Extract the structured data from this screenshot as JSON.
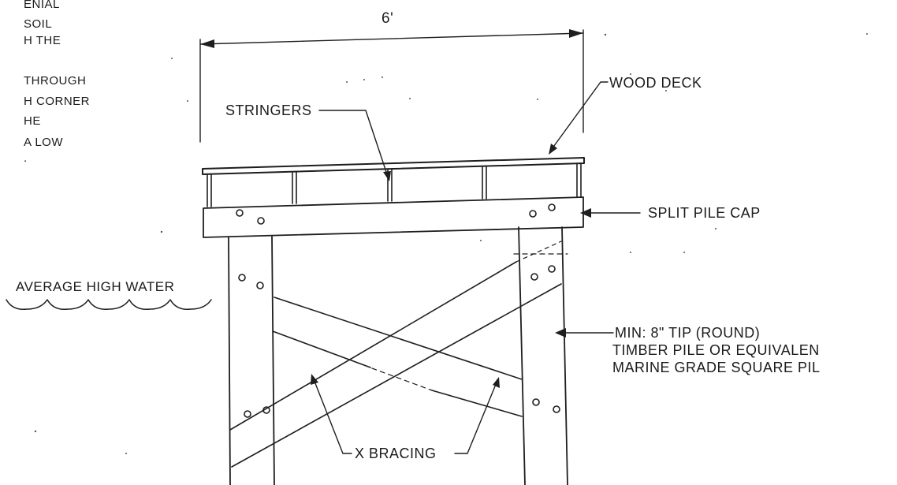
{
  "dimension": {
    "width_label": "6'"
  },
  "labels": {
    "wood_deck": "WOOD DECK",
    "stringers": "STRINGERS",
    "split_pile_cap": "SPLIT PILE CAP",
    "average_high_water": "AVERAGE HIGH WATER",
    "pile_line1": "MIN: 8\" TIP (ROUND)",
    "pile_line2": "TIMBER PILE OR EQUIVALEN",
    "pile_line3": "MARINE GRADE SQUARE PIL",
    "x_bracing": "X BRACING"
  },
  "side_note": {
    "lines": [
      "ENIAL",
      "SOIL",
      "H THE",
      "THROUGH",
      "H CORNER",
      "HE",
      "A LOW",
      "."
    ]
  },
  "colors": {
    "ink": "#1e1e1e",
    "paper": "#ffffff"
  }
}
